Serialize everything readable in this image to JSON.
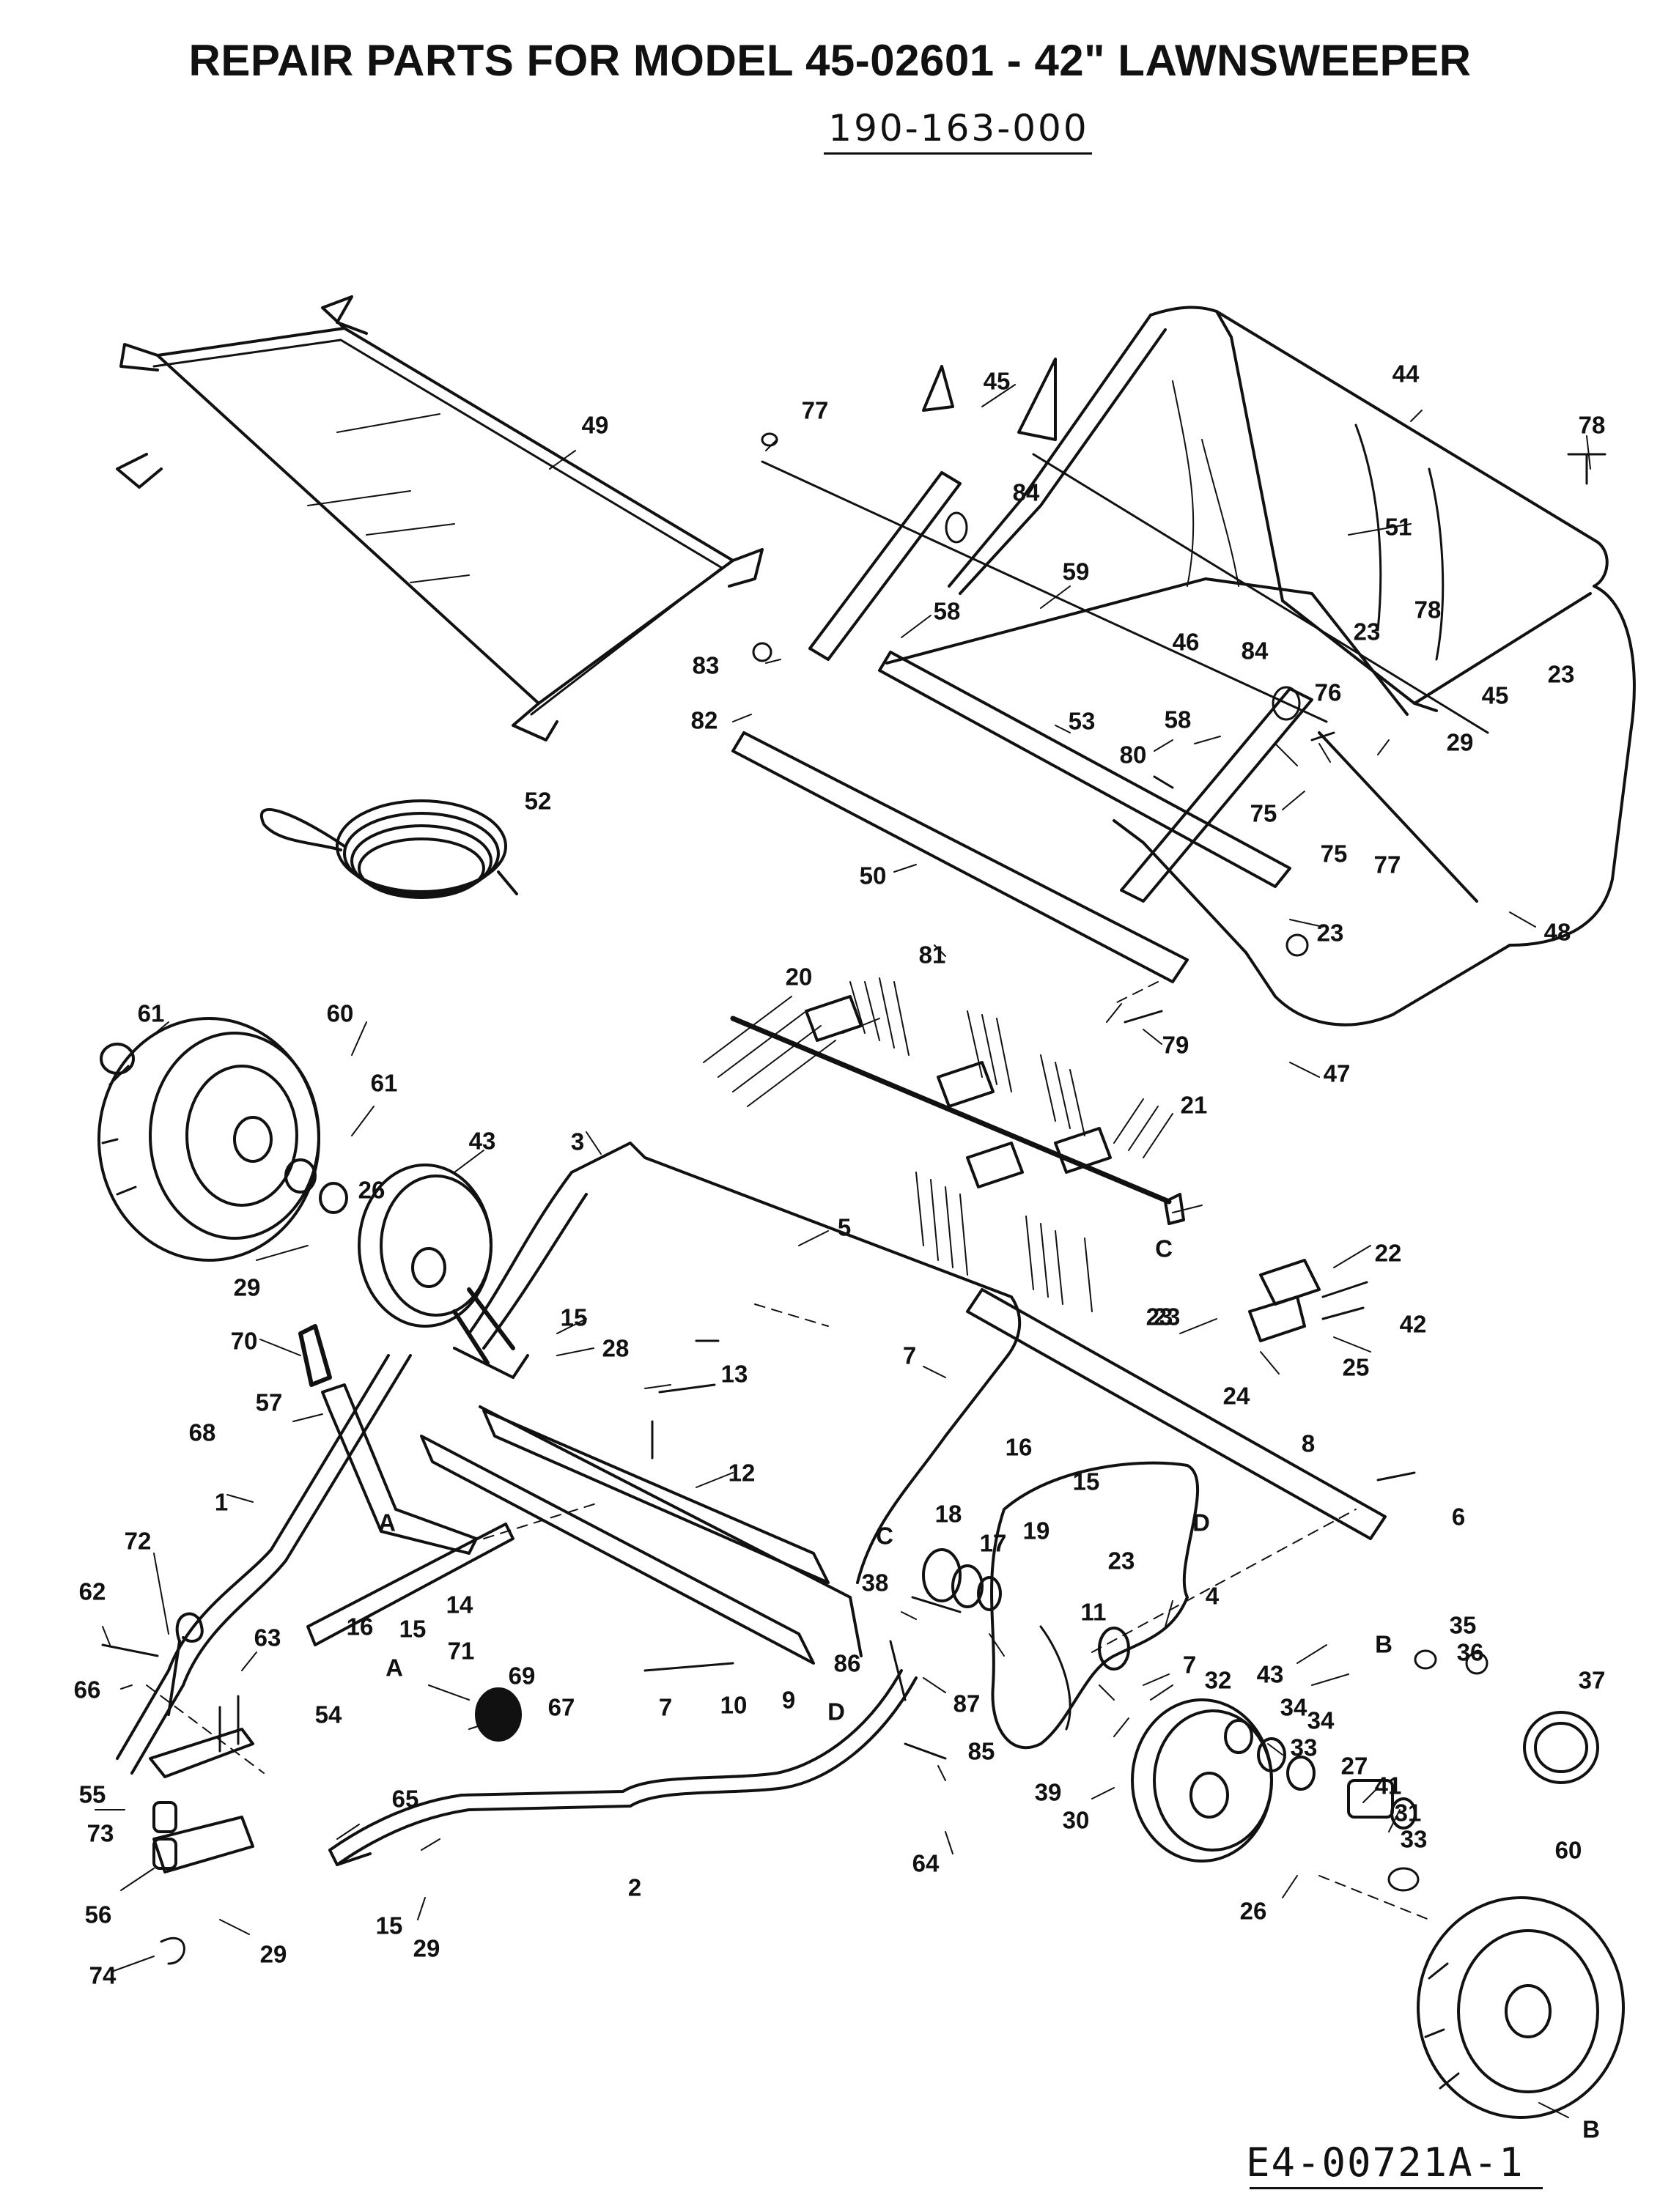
{
  "title": "REPAIR PARTS FOR MODEL 45-02601 - 42\" LAWNSWEEPER",
  "part_number": "190-163-000",
  "drawing_number": "E4-00721A-1",
  "callouts": [
    "1",
    "2",
    "3",
    "4",
    "5",
    "6",
    "7",
    "7",
    "7",
    "8",
    "9",
    "10",
    "11",
    "12",
    "13",
    "14",
    "15",
    "15",
    "15",
    "15",
    "16",
    "16",
    "17",
    "18",
    "19",
    "20",
    "21",
    "22",
    "23",
    "23",
    "23",
    "23",
    "23",
    "23",
    "24",
    "25",
    "26",
    "26",
    "27",
    "28",
    "29",
    "29",
    "29",
    "29",
    "30",
    "31",
    "32",
    "33",
    "33",
    "34",
    "34",
    "35",
    "36",
    "37",
    "38",
    "39",
    "41",
    "42",
    "43",
    "43",
    "44",
    "45",
    "45",
    "46",
    "47",
    "48",
    "49",
    "50",
    "51",
    "52",
    "53",
    "54",
    "55",
    "56",
    "57",
    "58",
    "58",
    "59",
    "60",
    "60",
    "61",
    "61",
    "62",
    "63",
    "64",
    "65",
    "66",
    "67",
    "68",
    "69",
    "70",
    "71",
    "72",
    "73",
    "74",
    "75",
    "75",
    "76",
    "77",
    "77",
    "78",
    "78",
    "79",
    "80",
    "81",
    "82",
    "83",
    "84",
    "84",
    "85",
    "86",
    "87",
    "A",
    "A",
    "B",
    "B",
    "C",
    "C",
    "D",
    "D"
  ],
  "colors": {
    "ink": "#111111",
    "paper": "#ffffff"
  }
}
